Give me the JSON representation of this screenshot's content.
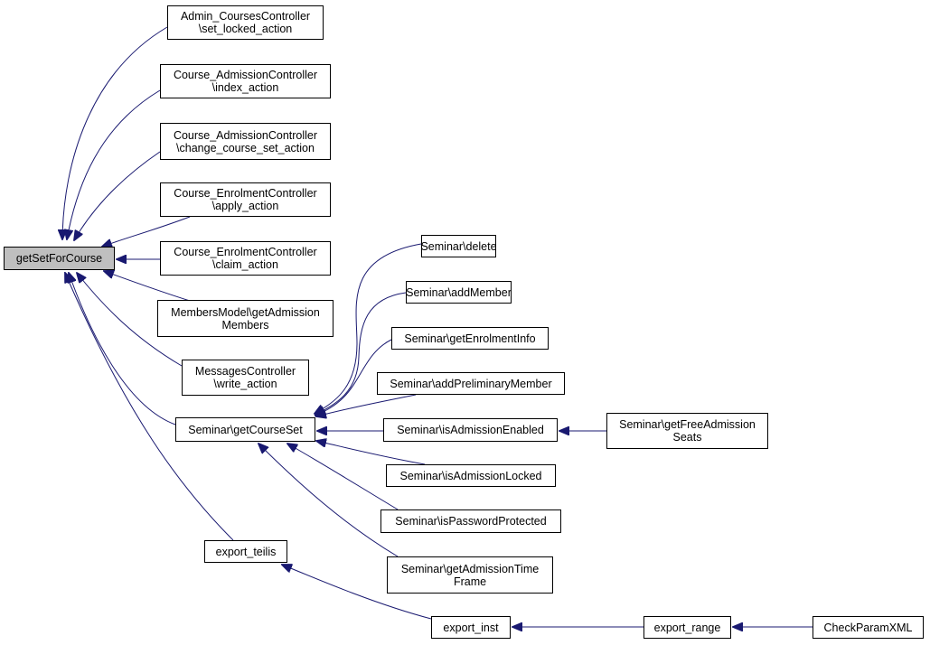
{
  "graph": {
    "edge_color": "#191970",
    "focus_fill": "#bfbfbf",
    "nodes": {
      "getSetForCourse": [
        "getSetForCourse"
      ],
      "admin_courses_set_locked": [
        "Admin_CoursesController",
        "\\set_locked_action"
      ],
      "course_admission_index": [
        "Course_AdmissionController",
        "\\index_action"
      ],
      "course_admission_change": [
        "Course_AdmissionController",
        "\\change_course_set_action"
      ],
      "course_enrolment_apply": [
        "Course_EnrolmentController",
        "\\apply_action"
      ],
      "course_enrolment_claim": [
        "Course_EnrolmentController",
        "\\claim_action"
      ],
      "members_model_get_admission": [
        "MembersModel\\getAdmission",
        "Members"
      ],
      "messages_controller_write": [
        "MessagesController",
        "\\write_action"
      ],
      "seminar_get_course_set": [
        "Seminar\\getCourseSet"
      ],
      "export_teilis": [
        "export_teilis"
      ],
      "seminar_delete": [
        "Seminar\\delete"
      ],
      "seminar_add_member": [
        "Seminar\\addMember"
      ],
      "seminar_get_enrolment_info": [
        "Seminar\\getEnrolmentInfo"
      ],
      "seminar_add_preliminary_member": [
        "Seminar\\addPreliminaryMember"
      ],
      "seminar_is_admission_enabled": [
        "Seminar\\isAdmissionEnabled"
      ],
      "seminar_is_admission_locked": [
        "Seminar\\isAdmissionLocked"
      ],
      "seminar_is_password_protected": [
        "Seminar\\isPasswordProtected"
      ],
      "seminar_get_admission_time_frame": [
        "Seminar\\getAdmissionTime",
        "Frame"
      ],
      "seminar_get_free_admission_seats": [
        "Seminar\\getFreeAdmission",
        "Seats"
      ],
      "export_inst": [
        "export_inst"
      ],
      "export_range": [
        "export_range"
      ],
      "check_param_xml": [
        "CheckParamXML"
      ]
    },
    "edges": [
      [
        "admin_courses_set_locked",
        "getSetForCourse"
      ],
      [
        "course_admission_index",
        "getSetForCourse"
      ],
      [
        "course_admission_change",
        "getSetForCourse"
      ],
      [
        "course_enrolment_apply",
        "getSetForCourse"
      ],
      [
        "course_enrolment_claim",
        "getSetForCourse"
      ],
      [
        "members_model_get_admission",
        "getSetForCourse"
      ],
      [
        "messages_controller_write",
        "getSetForCourse"
      ],
      [
        "seminar_get_course_set",
        "getSetForCourse"
      ],
      [
        "export_teilis",
        "getSetForCourse"
      ],
      [
        "seminar_delete",
        "seminar_get_course_set"
      ],
      [
        "seminar_add_member",
        "seminar_get_course_set"
      ],
      [
        "seminar_get_enrolment_info",
        "seminar_get_course_set"
      ],
      [
        "seminar_add_preliminary_member",
        "seminar_get_course_set"
      ],
      [
        "seminar_is_admission_enabled",
        "seminar_get_course_set"
      ],
      [
        "seminar_is_admission_locked",
        "seminar_get_course_set"
      ],
      [
        "seminar_is_password_protected",
        "seminar_get_course_set"
      ],
      [
        "seminar_get_admission_time_frame",
        "seminar_get_course_set"
      ],
      [
        "seminar_get_free_admission_seats",
        "seminar_is_admission_enabled"
      ],
      [
        "export_inst",
        "export_teilis"
      ],
      [
        "export_range",
        "export_inst"
      ],
      [
        "check_param_xml",
        "export_range"
      ]
    ]
  }
}
